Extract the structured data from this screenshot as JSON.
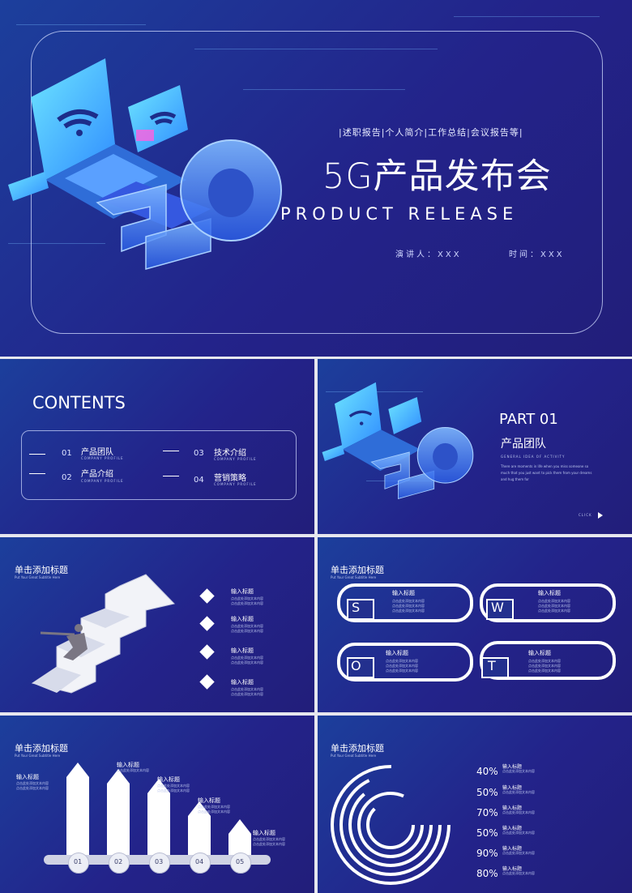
{
  "cover": {
    "subtitle_line": "|述职报告|个人简介|工作总结|会议报告等|",
    "title": "5G产品发布会",
    "title_en": "PRODUCT RELEASE",
    "speaker": "演讲人：XXX",
    "time": "时间：XXX"
  },
  "contents": {
    "heading": "CONTENTS",
    "items": [
      {
        "num": "01",
        "label": "产品团队",
        "sub": "COMPANY PROFILE"
      },
      {
        "num": "02",
        "label": "产品介绍",
        "sub": "COMPANY PROFILE"
      },
      {
        "num": "03",
        "label": "技术介绍",
        "sub": "COMPANY PROFILE"
      },
      {
        "num": "04",
        "label": "营销策略",
        "sub": "COMPANY PROFILE"
      }
    ]
  },
  "part": {
    "title": "PART  01",
    "name": "产品团队",
    "eng": "GENERAL IDEA OF ACTIVITY",
    "desc1": "There are moments in life when you miss someone so",
    "desc2": "much that you just want to pick them from your dreams",
    "desc3": "and hug them for",
    "link": "CLICK"
  },
  "slide_title": "单击添加标题",
  "slide_subtitle": "Put Your Great Subtitle Here",
  "input_title": "输入标题",
  "body_text": "点击此处添加文本内容",
  "swot": [
    "S",
    "W",
    "O",
    "T"
  ],
  "steps": [
    "01",
    "02",
    "03",
    "04",
    "05"
  ],
  "percents": [
    "40%",
    "50%",
    "70%",
    "50%",
    "90%",
    "80%"
  ]
}
